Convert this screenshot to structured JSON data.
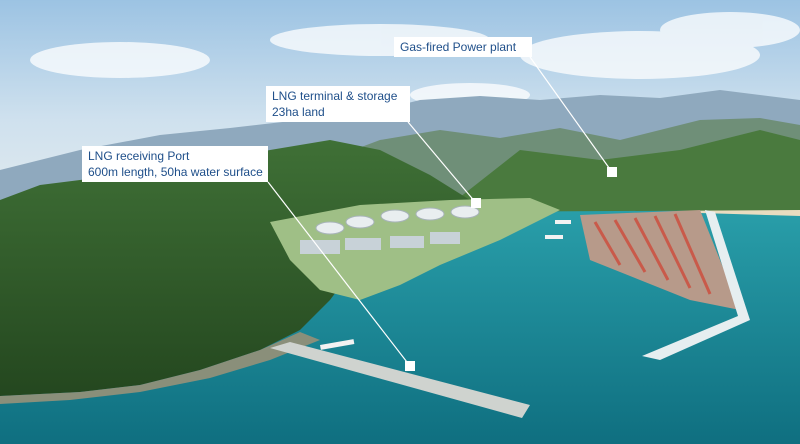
{
  "callouts": {
    "power_plant": {
      "line1": "Gas-fired Power plant"
    },
    "terminal": {
      "line1": "LNG terminal & storage",
      "line2": "23ha land"
    },
    "port": {
      "line1": "LNG receiving Port",
      "line2": "600m length, 50ha water surface"
    }
  },
  "colors": {
    "sky": "#bcd6ea",
    "sea": "#1d8a98",
    "forest": "#2f5a2b",
    "label_text": "#1f4f8a"
  }
}
